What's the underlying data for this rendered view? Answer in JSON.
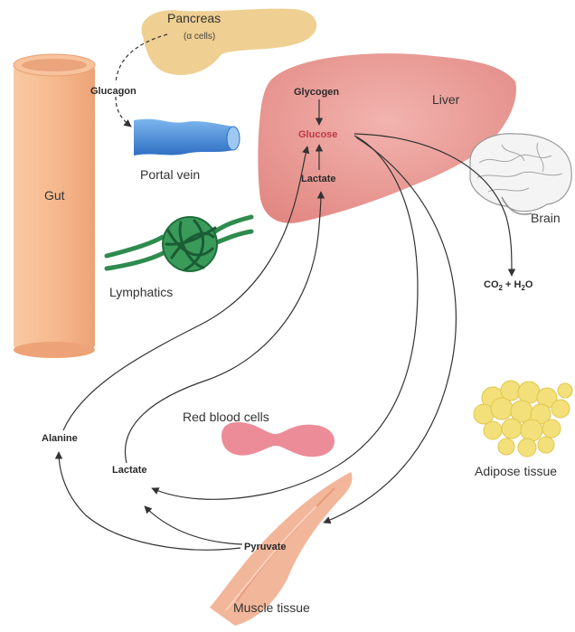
{
  "organs": {
    "pancreas": {
      "label": "Pancreas",
      "sublabel": "(α cells)"
    },
    "gut": "Gut",
    "portal_vein": "Portal vein",
    "lymphatics": "Lymphatics",
    "liver": "Liver",
    "brain": "Brain",
    "red_blood_cells": "Red blood cells",
    "adipose_tissue": "Adipose tissue",
    "muscle_tissue": "Muscle tissue"
  },
  "molecules": {
    "glucagon": "Glucagon",
    "glycogen": "Glycogen",
    "glucose": "Glucose",
    "lactate_liver": "Lactate",
    "lactate_periphery": "Lactate",
    "alanine": "Alanine",
    "pyruvate": "Pyruvate",
    "co2": "CO",
    "co2_sub": "2",
    "plus": " + H",
    "h2o_sub": "2",
    "o": "O"
  },
  "colors": {
    "gut": "#f6b98e",
    "pancreas": "#efcf92",
    "liver": "#e8938f",
    "portal_vein": "#4a8ed8",
    "lymphatics": "#2e8b4e",
    "rbc": "#ec8c98",
    "adipose": "#f3e07a",
    "muscle": "#f2b69a",
    "glucose_text": "#c0384a"
  }
}
